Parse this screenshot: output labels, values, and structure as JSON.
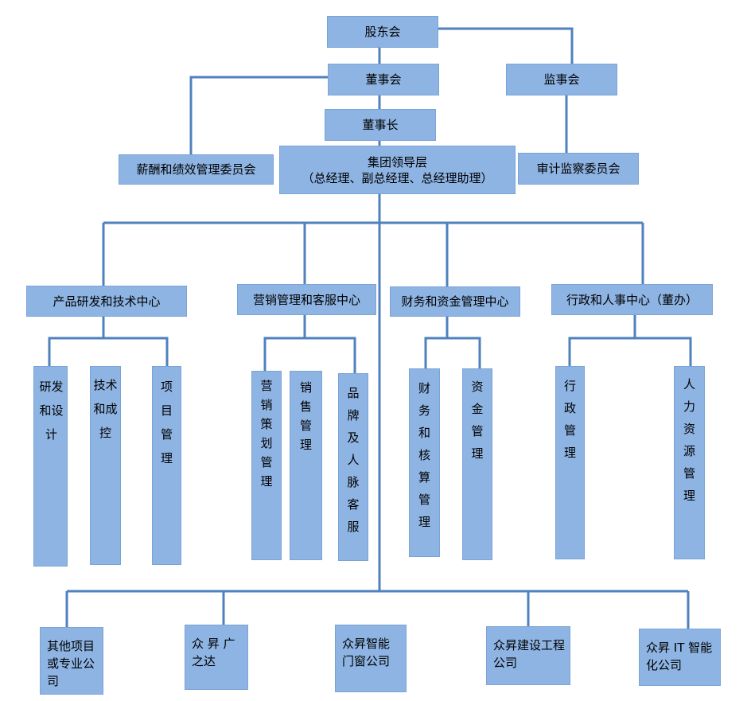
{
  "top": {
    "shareholders": "股东会",
    "board": "董事会",
    "supervisors": "监事会",
    "chairman": "董事长",
    "leadership": "集团领导层\n（总经理、副总经理、总经理助理）",
    "compensation": "薪酬和绩效管理委员会",
    "audit": "审计监察委员会"
  },
  "centers": {
    "rd": "产品研发和技术中心",
    "marketing": "营销管理和客服中心",
    "finance": "财务和资金管理中心",
    "admin": "行政和人事中心（董办）"
  },
  "depts": {
    "rd_design": "研发和设计",
    "tech_cost": "技术和成控",
    "project": "项目管理",
    "mkt_plan": "营销策划管理",
    "sales": "销售管理",
    "brand": "品牌及人脉客服",
    "accounting": "财务和核算管理",
    "funds": "资金管理",
    "admin_mgmt": "行政管理",
    "hr": "人力资源管理"
  },
  "companies": {
    "other": "其他项目或专业公司",
    "guangzhida": "众 昇 广之达",
    "doors": "众昇智能门窗公司",
    "construction": "众昇建设工程公司",
    "it": "众昇 IT 智能化公司"
  },
  "colors": {
    "box_fill": "#8eb4e3",
    "line": "#4f81bd"
  }
}
